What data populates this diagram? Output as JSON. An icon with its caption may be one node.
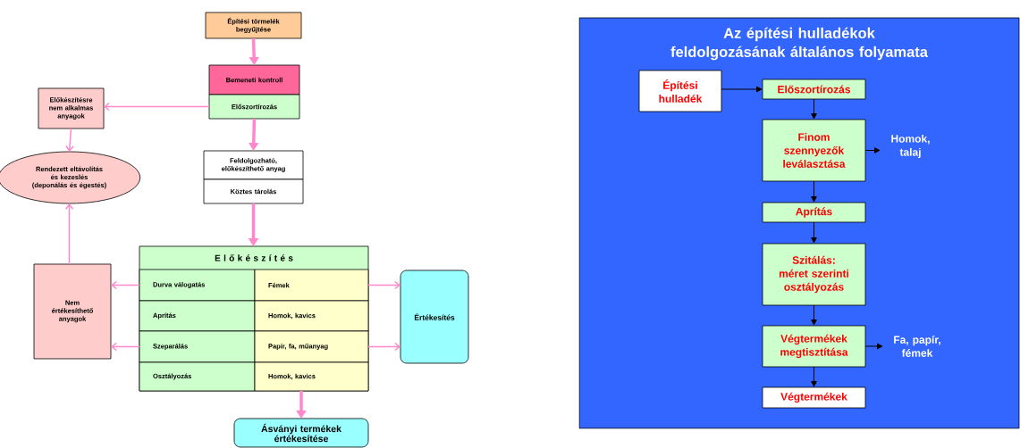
{
  "diagram": {
    "nodes": [
      {
        "text": [
          "Építési törmelék begyűjtése"
        ]
      },
      {
        "text": [
          "Bemeneti kontroll"
        ]
      },
      {
        "text": [
          "Előszortírozás"
        ]
      },
      {
        "text": [
          "Előkészítésre nem alkalmas anyagok"
        ]
      },
      {
        "text": [
          "Rendezett eltávolítás és kezeslés (deponálás és égestés)"
        ]
      },
      {
        "text": [
          "Feldolgozható, előkészíthető anyag"
        ]
      },
      {
        "text": [
          "Köztes tárolás"
        ]
      },
      {
        "text": [
          "E l ő k é s z í t é s"
        ]
      },
      {
        "text": [
          "Durva válogatás"
        ],
        "in": 7
      },
      {
        "text": [
          "Fémek"
        ],
        "in": 7
      },
      {
        "text": [
          "Aprítás"
        ],
        "in": 7
      },
      {
        "text": [
          "Homok, kavics"
        ],
        "in": 7
      },
      {
        "text": [
          "Szeparálás"
        ],
        "in": 7
      },
      {
        "text": [
          "Papír, fa, műanyag"
        ],
        "in": 7
      },
      {
        "text": [
          "Osztályozás"
        ],
        "in": 7
      },
      {
        "text": [
          "Homok, kavics"
        ],
        "in": 7
      },
      {
        "text": [
          "Nem értékesíthető anyagok"
        ]
      },
      {
        "text": [
          "Értékesítés"
        ]
      },
      {
        "text": [
          "Ásványi termékek értékesítése"
        ]
      },
      {
        "text": [
          "Az építési hulladékok feldolgozásának általános folyamata"
        ]
      },
      {
        "text": [
          "Építési hulladék"
        ],
        "in": 19
      },
      {
        "text": [
          "Előszortírozás"
        ],
        "in": 19
      },
      {
        "text": [
          "Finom szennyezők leválasztása"
        ],
        "in": 19
      },
      {
        "text": [
          "Aprítás"
        ],
        "in": 19
      },
      {
        "text": [
          "Szitálás: méret szerinti osztályozás"
        ],
        "in": 19
      },
      {
        "text": [
          "Végtermékek megtisztítása"
        ],
        "in": 19
      },
      {
        "text": [
          "Végtermékek"
        ],
        "in": 19
      },
      {
        "text": [
          "Homok, talaj"
        ],
        "in": 19
      },
      {
        "text": [
          "Fa, papír, fémek"
        ],
        "in": 19
      }
    ],
    "edges": [
      {
        "from": 0,
        "to": 1,
        "arrow": "to",
        "style": "thick"
      },
      {
        "from": 2,
        "to": 3,
        "arrow": "to"
      },
      {
        "from": 3,
        "to": 4,
        "arrow": "to"
      },
      {
        "from": 2,
        "to": 5,
        "arrow": "to",
        "style": "thick"
      },
      {
        "from": 6,
        "to": 7,
        "arrow": "to",
        "style": "thick"
      },
      {
        "from": 16,
        "to": 4,
        "arrow": "to"
      },
      {
        "from": 8,
        "to": 16,
        "arrow": "to"
      },
      {
        "from": 12,
        "to": 16,
        "arrow": "to"
      },
      {
        "from": 9,
        "to": 17,
        "arrow": "to"
      },
      {
        "from": 13,
        "to": 17,
        "arrow": "to"
      },
      {
        "from": 7,
        "to": 18,
        "arrow": "to",
        "style": "thick"
      },
      {
        "from": 20,
        "to": 21,
        "arrow": "to",
        "color": "#000000"
      },
      {
        "from": 21,
        "to": 22,
        "arrow": "to",
        "color": "#000000"
      },
      {
        "from": 22,
        "to": 23,
        "arrow": "to",
        "color": "#000000"
      },
      {
        "from": 23,
        "to": 24,
        "arrow": "to",
        "color": "#000000"
      },
      {
        "from": 24,
        "to": 25,
        "arrow": "to",
        "color": "#000000"
      },
      {
        "from": 25,
        "to": 26,
        "arrow": "to",
        "color": "#000000"
      },
      {
        "from": 22,
        "to": 27,
        "arrow": "to",
        "color": "#000000"
      },
      {
        "from": 25,
        "to": 28,
        "arrow": "to",
        "color": "#000000"
      }
    ]
  }
}
